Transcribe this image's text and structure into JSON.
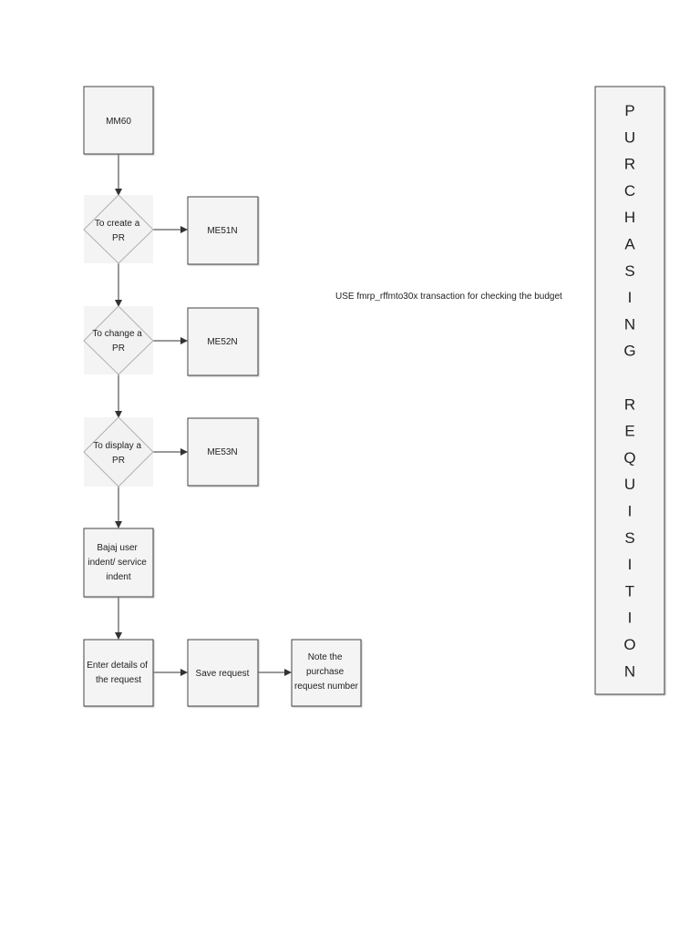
{
  "nodes": {
    "mm60": [
      "MM60"
    ],
    "create": [
      "To create a",
      "PR"
    ],
    "change": [
      "To change a",
      "PR"
    ],
    "display": [
      "To display a",
      "PR"
    ],
    "me51n": [
      "ME51N"
    ],
    "me52n": [
      "ME52N"
    ],
    "me53n": [
      "ME53N"
    ],
    "bajaj": [
      "Bajaj user",
      "indent/ service",
      "indent"
    ],
    "enter": [
      "Enter details of",
      "the request"
    ],
    "save": [
      "Save request"
    ],
    "note": [
      "Note  the",
      "purchase",
      "request number"
    ]
  },
  "note_text": "USE fmrp_rffmto30x transaction for checking the budget",
  "side_panel": {
    "letters": [
      "P",
      "U",
      "R",
      "C",
      "H",
      "A",
      "S",
      "I",
      "N",
      "G",
      "",
      "R",
      "E",
      "Q",
      "U",
      "I",
      "S",
      "I",
      "T",
      "I",
      "O",
      "N"
    ]
  },
  "colors": {
    "box_fill": "#f4f4f4",
    "box_stroke": "#444444",
    "diamond_fill": "#f2f2f2",
    "diamond_stroke": "#b0b0b0",
    "arrow": "#333333"
  }
}
